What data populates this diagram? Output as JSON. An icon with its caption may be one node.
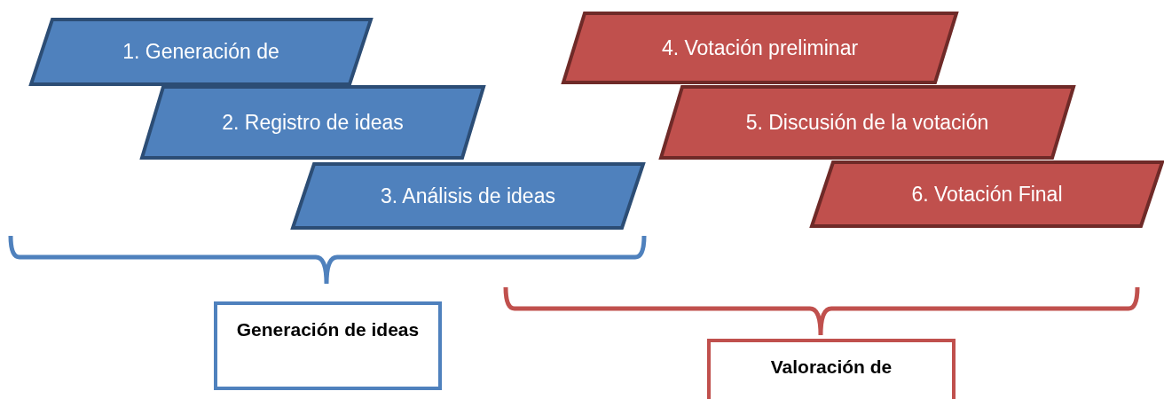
{
  "diagram": {
    "nodes": [
      {
        "text": [
          "1. Generación de"
        ]
      },
      {
        "text": [
          "2. Registro de ideas"
        ]
      },
      {
        "text": [
          "3. Análisis de ideas"
        ]
      },
      {
        "text": [
          "4. Votación preliminar"
        ]
      },
      {
        "text": [
          "5. Discusión de la votación"
        ]
      },
      {
        "text": [
          "6. Votación Final"
        ]
      },
      {
        "text": [
          "Generación de ideas"
        ]
      },
      {
        "text": [
          "Valoración de"
        ]
      }
    ]
  }
}
